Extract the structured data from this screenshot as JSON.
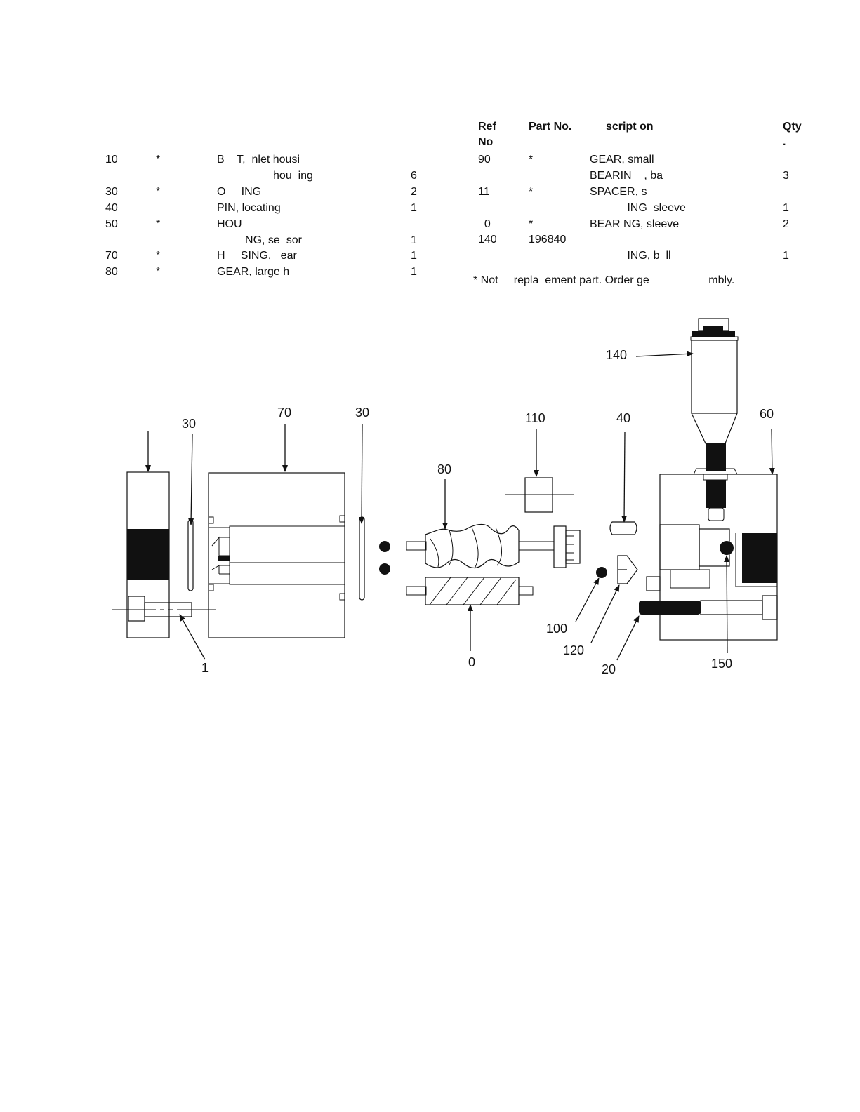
{
  "left_table": {
    "rows": [
      {
        "ref": "10",
        "part": "*",
        "desc": "B    T,  nlet housi",
        "qty": ""
      },
      {
        "ref": "",
        "part": "",
        "desc": "                  hou  ing",
        "qty": "6"
      },
      {
        "ref": "30",
        "part": "*",
        "desc": "O     ING",
        "qty": "2"
      },
      {
        "ref": "40",
        "part": "",
        "desc": "PIN, locating",
        "qty": "1"
      },
      {
        "ref": "50",
        "part": "*",
        "desc": "HOU",
        "qty": ""
      },
      {
        "ref": "",
        "part": "",
        "desc": "         NG, se  sor",
        "qty": "1"
      },
      {
        "ref": "70",
        "part": "*",
        "desc": "H     SING,   ear",
        "qty": "1"
      },
      {
        "ref": "80",
        "part": "*",
        "desc": "GEAR, large h",
        "qty": "1"
      }
    ]
  },
  "right_table": {
    "headers": {
      "ref": "Ref",
      "ref2": "No",
      "part": "Part No.",
      "desc": "script on",
      "qty": "Qty",
      "qty2": "."
    },
    "rows": [
      {
        "ref": "90",
        "part": "*",
        "desc": "GEAR, small",
        "qty": ""
      },
      {
        "ref": "",
        "part": "",
        "desc": "BEARIN    , ba",
        "qty": "3"
      },
      {
        "ref": "11",
        "part": "*",
        "desc": "SPACER, s",
        "qty": ""
      },
      {
        "ref": "",
        "part": "",
        "desc": "            ING  sleeve",
        "qty": "1"
      },
      {
        "ref": "  0",
        "part": "*",
        "desc": "BEAR NG, sleeve",
        "qty": "2"
      },
      {
        "ref": "140",
        "part": "196840",
        "desc": "",
        "qty": ""
      },
      {
        "ref": "",
        "part": "",
        "desc": "            ING, b  ll",
        "qty": "1"
      }
    ],
    "footnote": "* Not     repla  ement part. Order ge                   mbly."
  },
  "callouts": {
    "c140": "140",
    "c30a": "30",
    "c70": "70",
    "c30b": "30",
    "c110": "110",
    "c40": "40",
    "c60": "60",
    "c80": "80",
    "c1": "1",
    "c0": "0",
    "c100": "100",
    "c120": "120",
    "c20": "20",
    "c150": "150"
  }
}
